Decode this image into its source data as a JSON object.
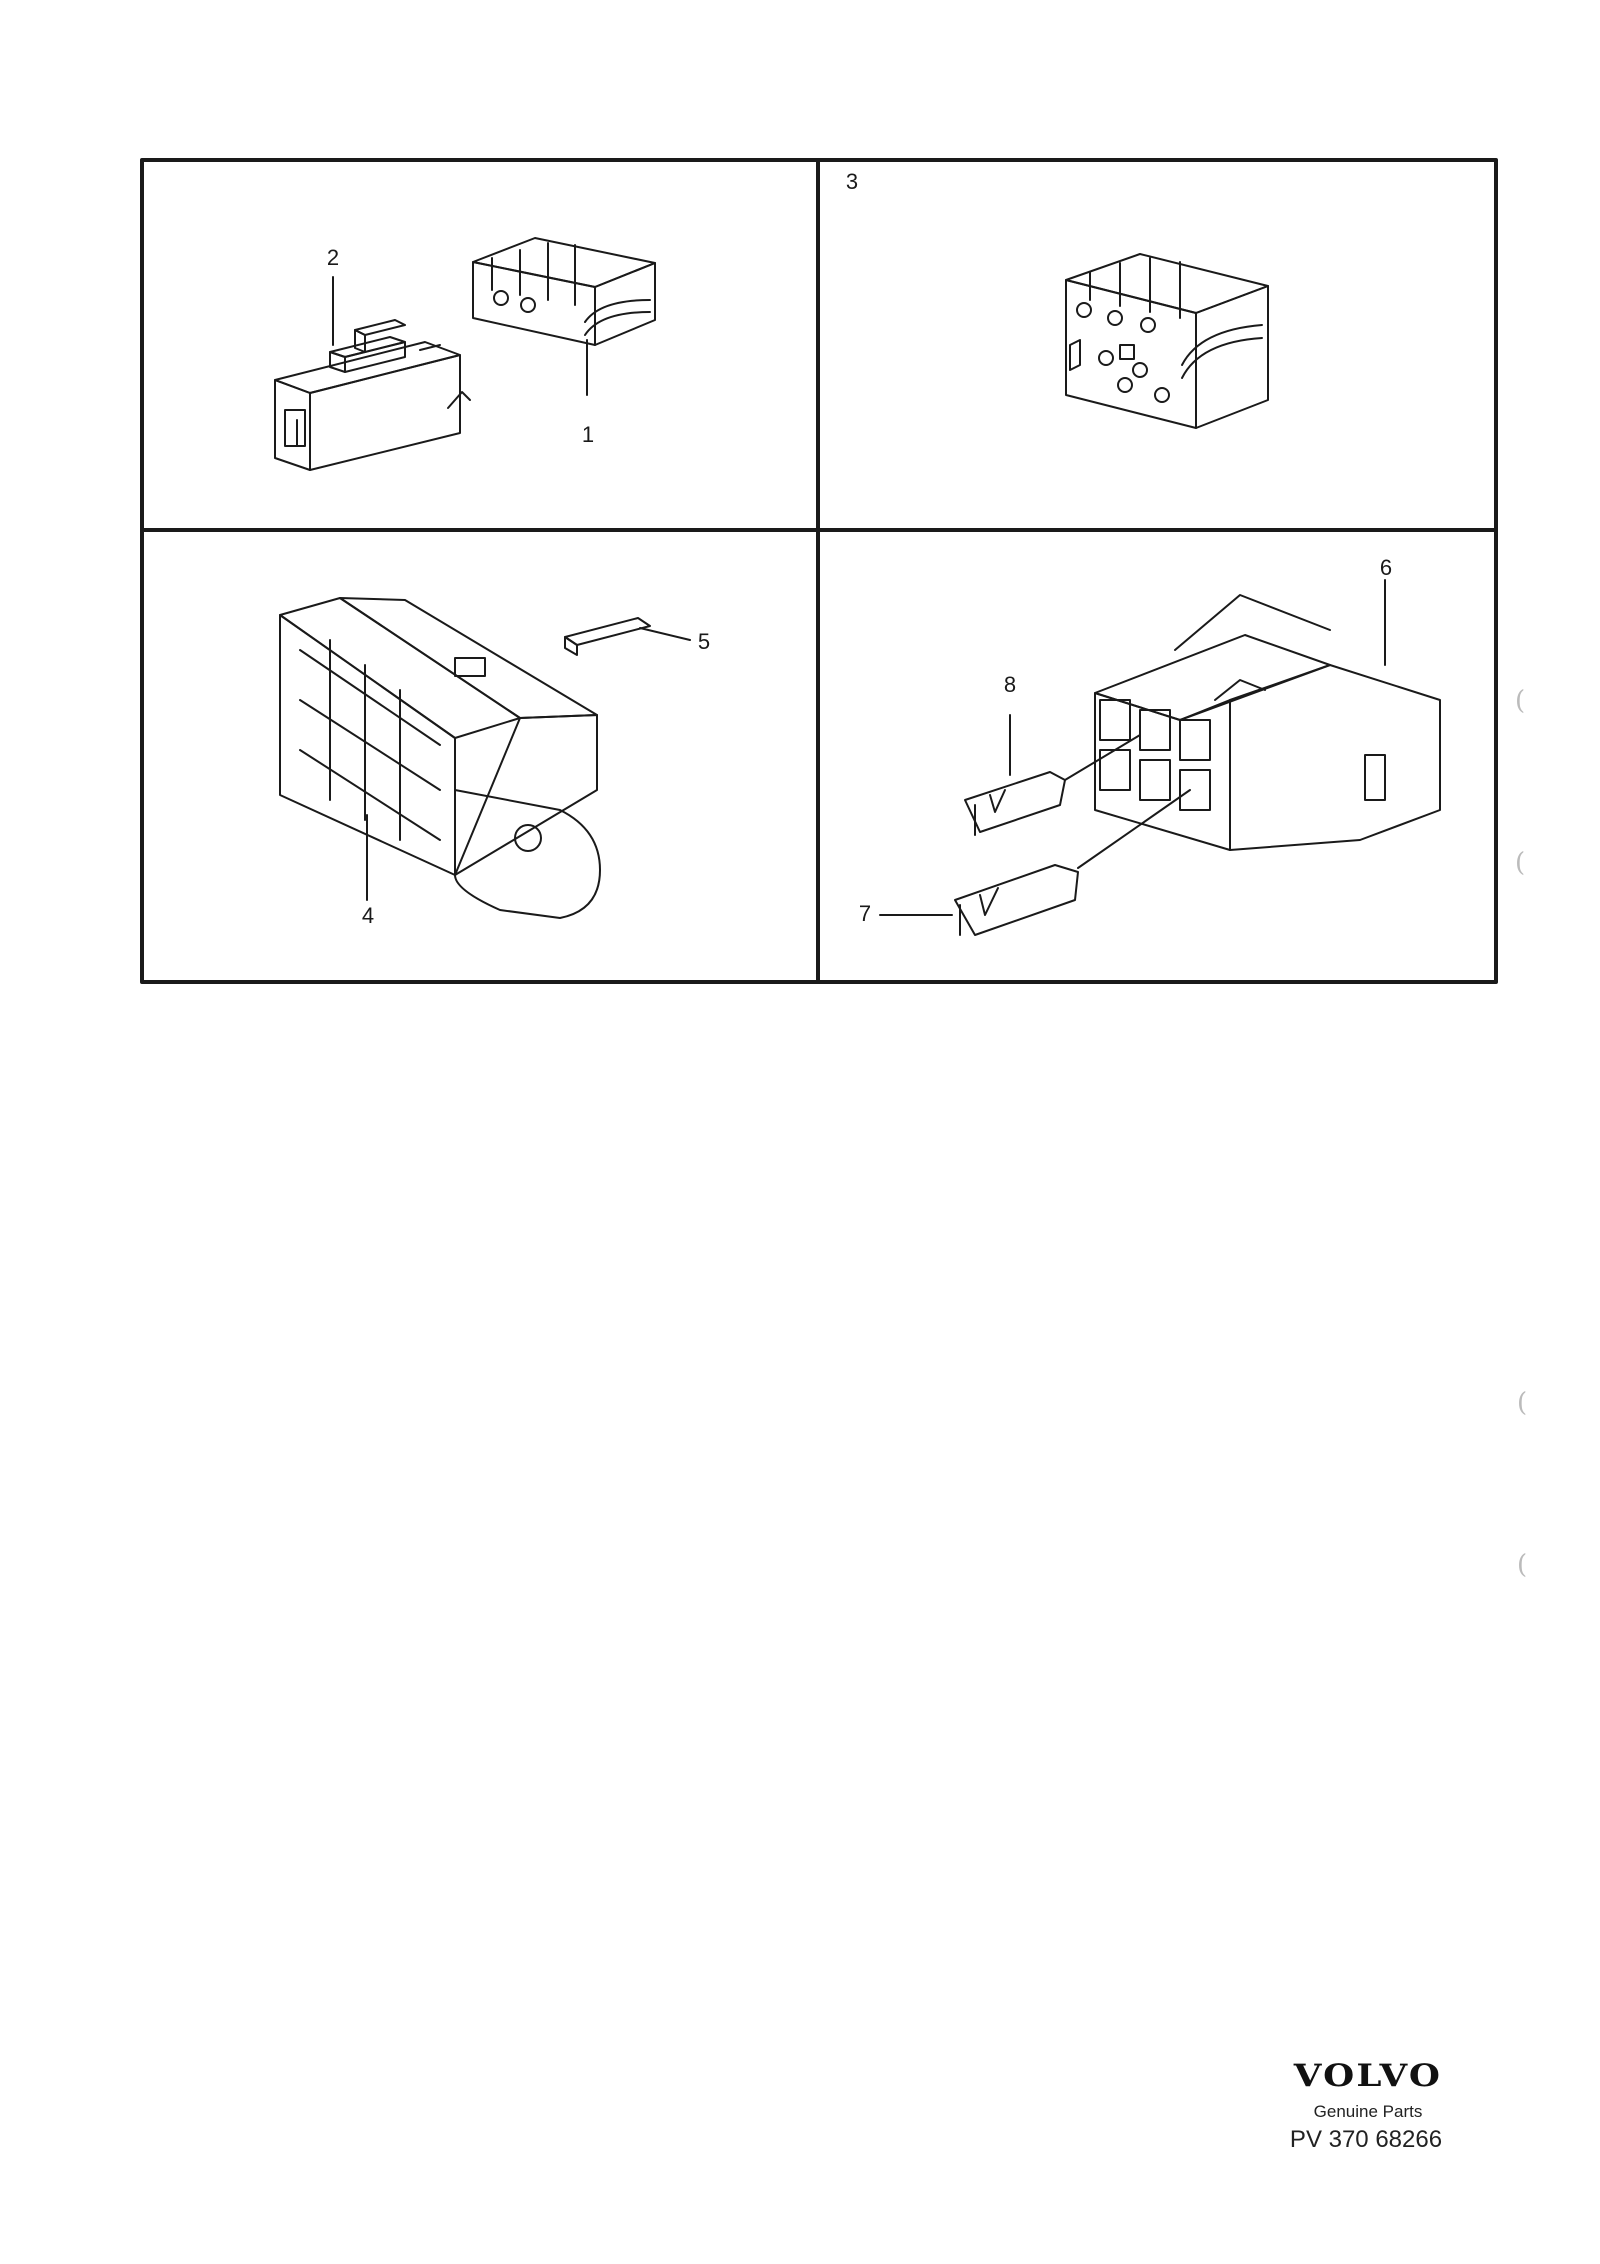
{
  "callouts": {
    "c1": "1",
    "c2": "2",
    "c3": "3",
    "c4": "4",
    "c5": "5",
    "c6": "6",
    "c7": "7",
    "c8": "8"
  },
  "footer": {
    "logo": "VOLVO",
    "subtitle": "Genuine Parts",
    "doc_number": "PV 370 68266"
  },
  "colors": {
    "line": "#1a1a1a",
    "paper": "#ffffff"
  }
}
